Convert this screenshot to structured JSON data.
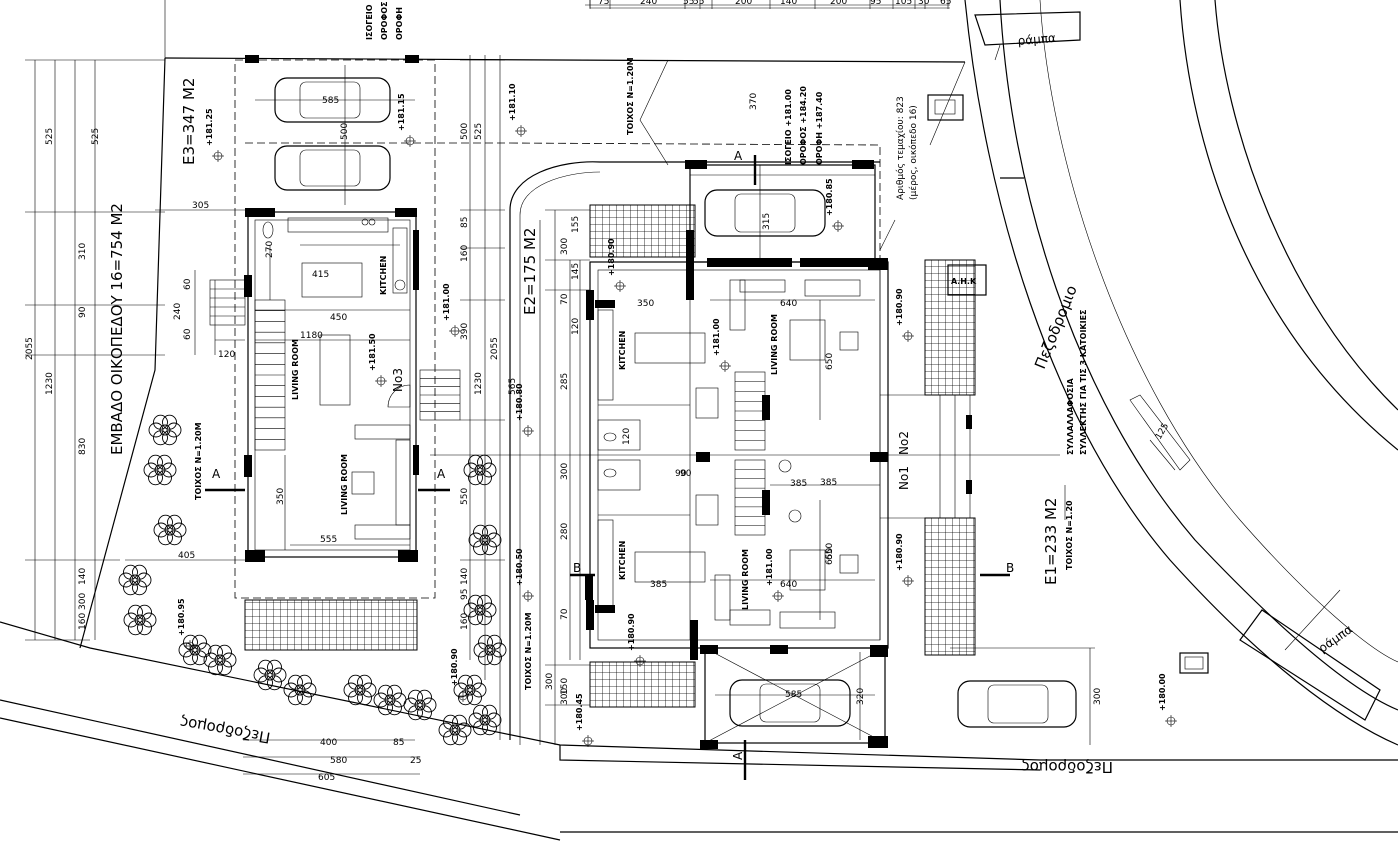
{
  "plot": {
    "area_label": "ΕΜΒΑΔΟ ΟΙΚΟΠΕΔΟΥ 16=754 Μ2"
  },
  "units": {
    "e1": {
      "area": "Ε1=233 Μ2",
      "wall": "ΤΟΙΧΟΣ Ν=1.20",
      "number": "Νο1"
    },
    "e2": {
      "area": "Ε2=175 Μ2",
      "wall": "ΤΟΙΧΟΣ Ν=1.20Μ",
      "number": "Νο2"
    },
    "e3": {
      "area": "Ε3=347 Μ2",
      "wall": "ΤΟΙΧΟΣ Ν=1.20Μ",
      "number": "Νο3"
    }
  },
  "levels": {
    "ground": "ΙΣΟΓΕΙΟ +181.00",
    "floor": "ΟΡΟΦΟΣ +184.20",
    "roof": "ΟΡΟΦΗ +187.40",
    "legend_ground": "ΙΣΟΓΕΙΟ",
    "legend_floor": "ΟΡΟΦΟΣ",
    "legend_roof": "ΟΡΟΦΗ"
  },
  "rooms": {
    "living": "LIVING ROOM",
    "kitchen": "KITCHEN"
  },
  "streets": {
    "pedestrian_a": "Πεζοδρομος",
    "pedestrian_b": "Πεζοδρομος",
    "pedestrian_c": "Πεζοδρομιο",
    "ramp_top": "ράμπα",
    "ramp_bottom": "ράμπα"
  },
  "notes": {
    "parcel": "Αριθμός τεμαχίου: 823",
    "parcel_sub": "(μέρος, οικόπεδο 16)",
    "meters": "ΣΥΛΛΕΚΤΗΣ ΓΙΑ ΤΙΣ 3 ΚΑΤΟΙΚΙΕΣ",
    "meters_title": "ΣΥΛΛΑΛΛΑΦΟΣΙΑ",
    "ahk": "Α.Η.Κ",
    "section_a": "Α",
    "section_b": "Β"
  },
  "elevations": {
    "e_18125": "+181.25",
    "e_18115": "+181.15",
    "e_18110": "+181.10",
    "e_18100a": "+181.00",
    "e_18150": "+181.50",
    "e_18090a": "+180.90",
    "e_18090b": "+180.90",
    "e_18090c": "+180.90",
    "e_18090d": "+180.90",
    "e_18090e": "+180.90",
    "e_18085": "+180.85",
    "e_18080": "+180.80",
    "e_18050": "+180.50",
    "e_18045": "+180.45",
    "e_18100b": "+181.00",
    "e_18100c": "+181.00",
    "e_18000": "+180.00",
    "e_18095": "+180.95"
  },
  "dimensions": {
    "top": [
      "75",
      "240",
      "55",
      "55",
      "200",
      "140",
      "200",
      "95",
      "105",
      "30",
      "65"
    ],
    "left_outer": [
      "525",
      "2055",
      "1230",
      "310",
      "90",
      "830",
      "300",
      "160"
    ],
    "left_inner": [
      "525",
      "140"
    ],
    "plot_w": [
      "305",
      "405",
      "120"
    ],
    "bottom": [
      "400",
      "85",
      "580",
      "25",
      "605"
    ],
    "unit3": [
      "585",
      "500",
      "270",
      "415",
      "450",
      "1180",
      "240",
      "60",
      "60",
      "350",
      "555",
      "385",
      "90"
    ],
    "mid_col": [
      "500",
      "525",
      "85",
      "160",
      "390",
      "550",
      "2055",
      "1230",
      "370",
      "565",
      "140",
      "95",
      "160",
      "300"
    ],
    "unit2": [
      "155",
      "300",
      "145",
      "350",
      "640",
      "650",
      "315",
      "650",
      "120",
      "285",
      "120",
      "70",
      "300",
      "150",
      "70"
    ],
    "unit1": [
      "385",
      "90",
      "640",
      "650",
      "280",
      "385",
      "320",
      "300",
      "125",
      "585",
      "300"
    ]
  }
}
